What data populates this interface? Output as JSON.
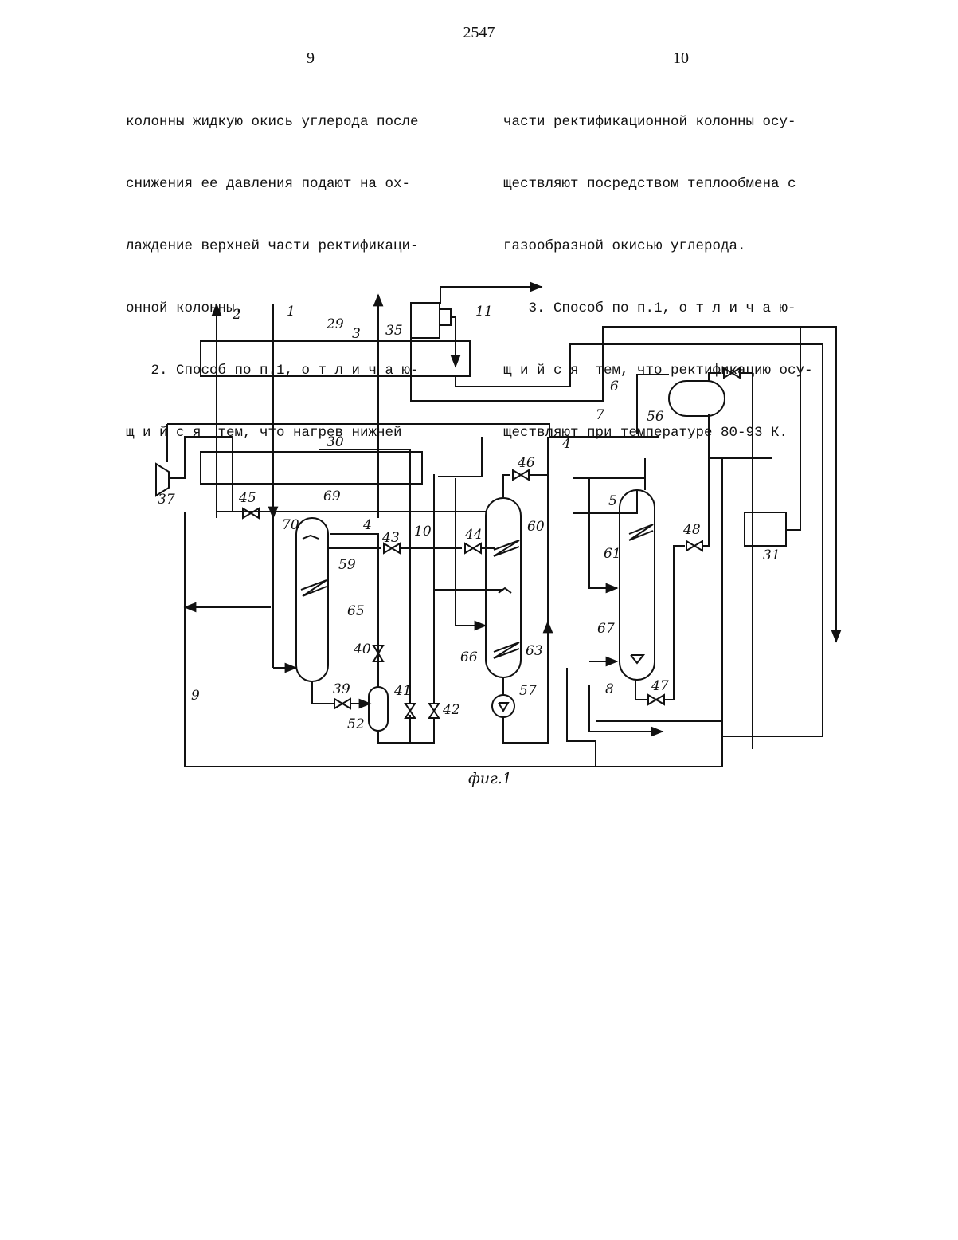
{
  "page": {
    "number": "2547"
  },
  "columns": {
    "left": {
      "number": "9",
      "lines": [
        "колонны жидкую окись углерода после",
        "снижения ее давления подают на ох-",
        "лаждение верхней части ректификаци-",
        "онной колонны.",
        "   2. Способ по п.1, о т л и ч а ю-",
        "щ и й с я  тем, что нагрев нижней"
      ]
    },
    "right": {
      "number": "10",
      "lines": [
        "части ректификационной колонны осу-",
        "ществляют посредством теплообмена с",
        "газообразной окисью углерода.",
        "   3. Способ по п.1, о т л и ч а ю-",
        "щ и й с я  тем, что ректификацию осу-",
        "ществляют при температуре 80-93 К."
      ]
    }
  },
  "figure": {
    "caption": "фиг.1",
    "labels": {
      "l1": "1",
      "l2": "2",
      "l3": "3",
      "l4a": "4",
      "l4b": "4",
      "l5": "5",
      "l6": "6",
      "l7": "7",
      "l8": "8",
      "l9": "9",
      "l10": "10",
      "l11": "11",
      "l29": "29",
      "l30": "30",
      "l31": "31",
      "l35": "35",
      "l37": "37",
      "l39": "39",
      "l40": "40",
      "l41": "41",
      "l42": "42",
      "l43": "43",
      "l44": "44",
      "l45": "45",
      "l46": "46",
      "l47": "47",
      "l48": "48",
      "l52": "52",
      "l56": "56",
      "l57": "57",
      "l59": "59",
      "l60": "60",
      "l61": "61",
      "l63": "63",
      "l65": "65",
      "l66": "66",
      "l67": "67",
      "l69": "69",
      "l70": "70"
    }
  }
}
